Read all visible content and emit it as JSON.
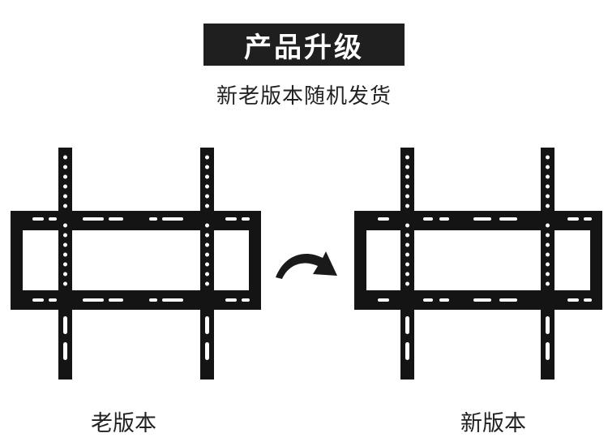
{
  "header": {
    "title": "产品升级",
    "subtitle": "新老版本随机发货"
  },
  "products": [
    {
      "label": "老版本",
      "image_icon": "tv-wall-mount-bracket-icon"
    },
    {
      "label": "新版本",
      "image_icon": "tv-wall-mount-bracket-icon"
    }
  ],
  "arrow_icon": "curved-arrow-right-icon",
  "colors": {
    "title_background": "#1f1f1f",
    "title_text": "#ffffff",
    "body_text": "#222222",
    "bracket_metal": "#141414"
  }
}
